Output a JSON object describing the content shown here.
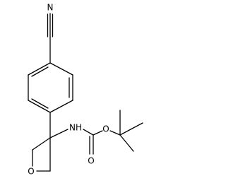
{
  "structure": {
    "atoms": {
      "nitrile_n": "N",
      "amine_nh": "NH",
      "carbonyl_o": "O",
      "ester_o": "O",
      "oxetane_o": "O"
    }
  },
  "colors": {
    "bond": "#000000",
    "background": "#ffffff"
  }
}
